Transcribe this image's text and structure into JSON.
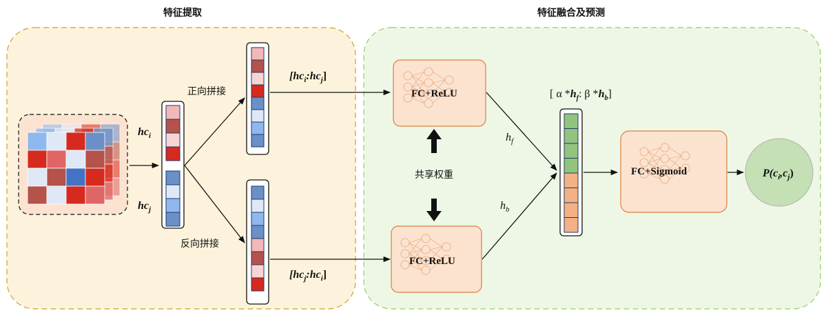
{
  "panels": {
    "left_title": "特征提取",
    "right_title": "特征融合及预测"
  },
  "labels": {
    "hc_i": "hc",
    "hc_i_sub": "i",
    "hc_j": "hc",
    "hc_j_sub": "j",
    "forward_concat": "正向拼接",
    "backward_concat": "反向拼接",
    "shared_weights": "共享权重",
    "forward_vec_label": "[hci:hcj]",
    "backward_vec_label": "[hcj:hci]",
    "h_f": "h",
    "h_f_sub": "f",
    "h_b": "h",
    "h_b_sub": "b",
    "weighted_concat": "[ α *hf: β *hb]",
    "output": "P(ci,cj)"
  },
  "blocks": {
    "fc_top": "FC+ReLU",
    "fc_bottom": "FC+ReLU",
    "fc_sigmoid": "FC+Sigmoid"
  },
  "colors": {
    "left_panel_fill": "#fdf3dc",
    "left_panel_border": "#c9a227",
    "right_panel_fill": "#eef7e6",
    "right_panel_border": "#8fcf6a",
    "fc_fill": "#fbe3d0",
    "fc_border": "#d9803c",
    "output_fill": "#c5e0b4",
    "red_dark": "#d62a1e",
    "red_mid": "#b5524a",
    "pink": "#f2b8b8",
    "blue_mid": "#6b8fc7",
    "blue_light": "#dfe8f7",
    "blue_sky": "#8fb8ee",
    "green": "#93c47d",
    "orange": "#f4b183"
  },
  "vectors": {
    "hc_stack": [
      "#f2b8b8",
      "#b5524a",
      "#f8d5d5",
      "#d62a1e",
      "#6b8fc7",
      "#dfe8f7",
      "#8fb8ee",
      "#6b8fc7"
    ],
    "forward": [
      "#f2b8b8",
      "#b5524a",
      "#f8d5d5",
      "#d62a1e",
      "#6b8fc7",
      "#dfe8f7",
      "#8fb8ee",
      "#6b8fc7"
    ],
    "backward": [
      "#6b8fc7",
      "#dfe8f7",
      "#8fb8ee",
      "#6b8fc7",
      "#f2b8b8",
      "#b5524a",
      "#f8d5d5",
      "#d62a1e"
    ],
    "fusion": [
      "#93c47d",
      "#93c47d",
      "#93c47d",
      "#93c47d",
      "#f4b183",
      "#f4b183",
      "#f4b183",
      "#f4b183"
    ]
  },
  "heatmap": [
    [
      "#8fb8ee",
      "#dfe8f7",
      "#d62a1e",
      "#6b8fc7"
    ],
    [
      "#d62a1e",
      "#e06666",
      "#dfe8f7",
      "#b5524a"
    ],
    [
      "#dfe8f7",
      "#b5524a",
      "#4472c4",
      "#d62a1e"
    ],
    [
      "#b5524a",
      "#dfe8f7",
      "#d62a1e",
      "#e06666"
    ]
  ]
}
